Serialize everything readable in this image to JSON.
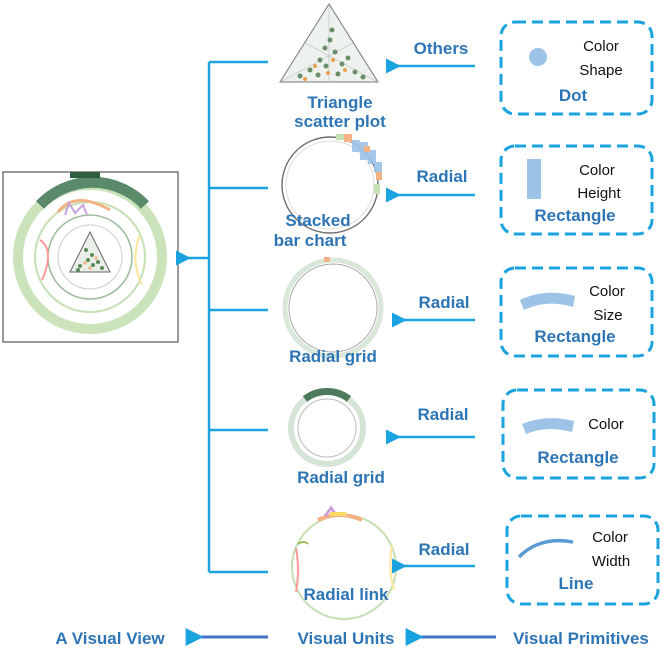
{
  "colors": {
    "bracket": "#1aa3de",
    "arrow": "#1aa3de",
    "bottom_arrow": "#4472c4",
    "label": "#2e75b6",
    "primitive_fill": "#9dc3e6",
    "box_border": "#1aa3de",
    "prop_text": "#111111"
  },
  "rows": [
    {
      "unit_lines": [
        "Triangle",
        "scatter plot"
      ],
      "layout_label": "Others",
      "primitive": {
        "icon": "dot-icon",
        "properties": [
          "Color",
          "Shape"
        ],
        "name": "Dot"
      }
    },
    {
      "unit_lines": [
        "Stacked",
        "bar chart"
      ],
      "layout_label": "Radial",
      "primitive": {
        "icon": "rectangle-icon",
        "properties": [
          "Color",
          "Height"
        ],
        "name": "Rectangle"
      }
    },
    {
      "unit_lines": [
        "Radial grid"
      ],
      "layout_label": "Radial",
      "primitive": {
        "icon": "arc-segment-icon",
        "properties": [
          "Color",
          "Size"
        ],
        "name": "Rectangle"
      }
    },
    {
      "unit_lines": [
        "Radial grid"
      ],
      "layout_label": "Radial",
      "primitive": {
        "icon": "arc-segment-icon",
        "properties": [
          "Color"
        ],
        "name": "Rectangle"
      }
    },
    {
      "unit_lines": [
        "Radial link"
      ],
      "layout_label": "Radial",
      "primitive": {
        "icon": "curve-line-icon",
        "properties": [
          "Color",
          "Width"
        ],
        "name": "Line"
      }
    }
  ],
  "footer": {
    "visual_view": "A Visual View",
    "visual_units": "Visual Units",
    "visual_primitives": "Visual Primitives"
  }
}
